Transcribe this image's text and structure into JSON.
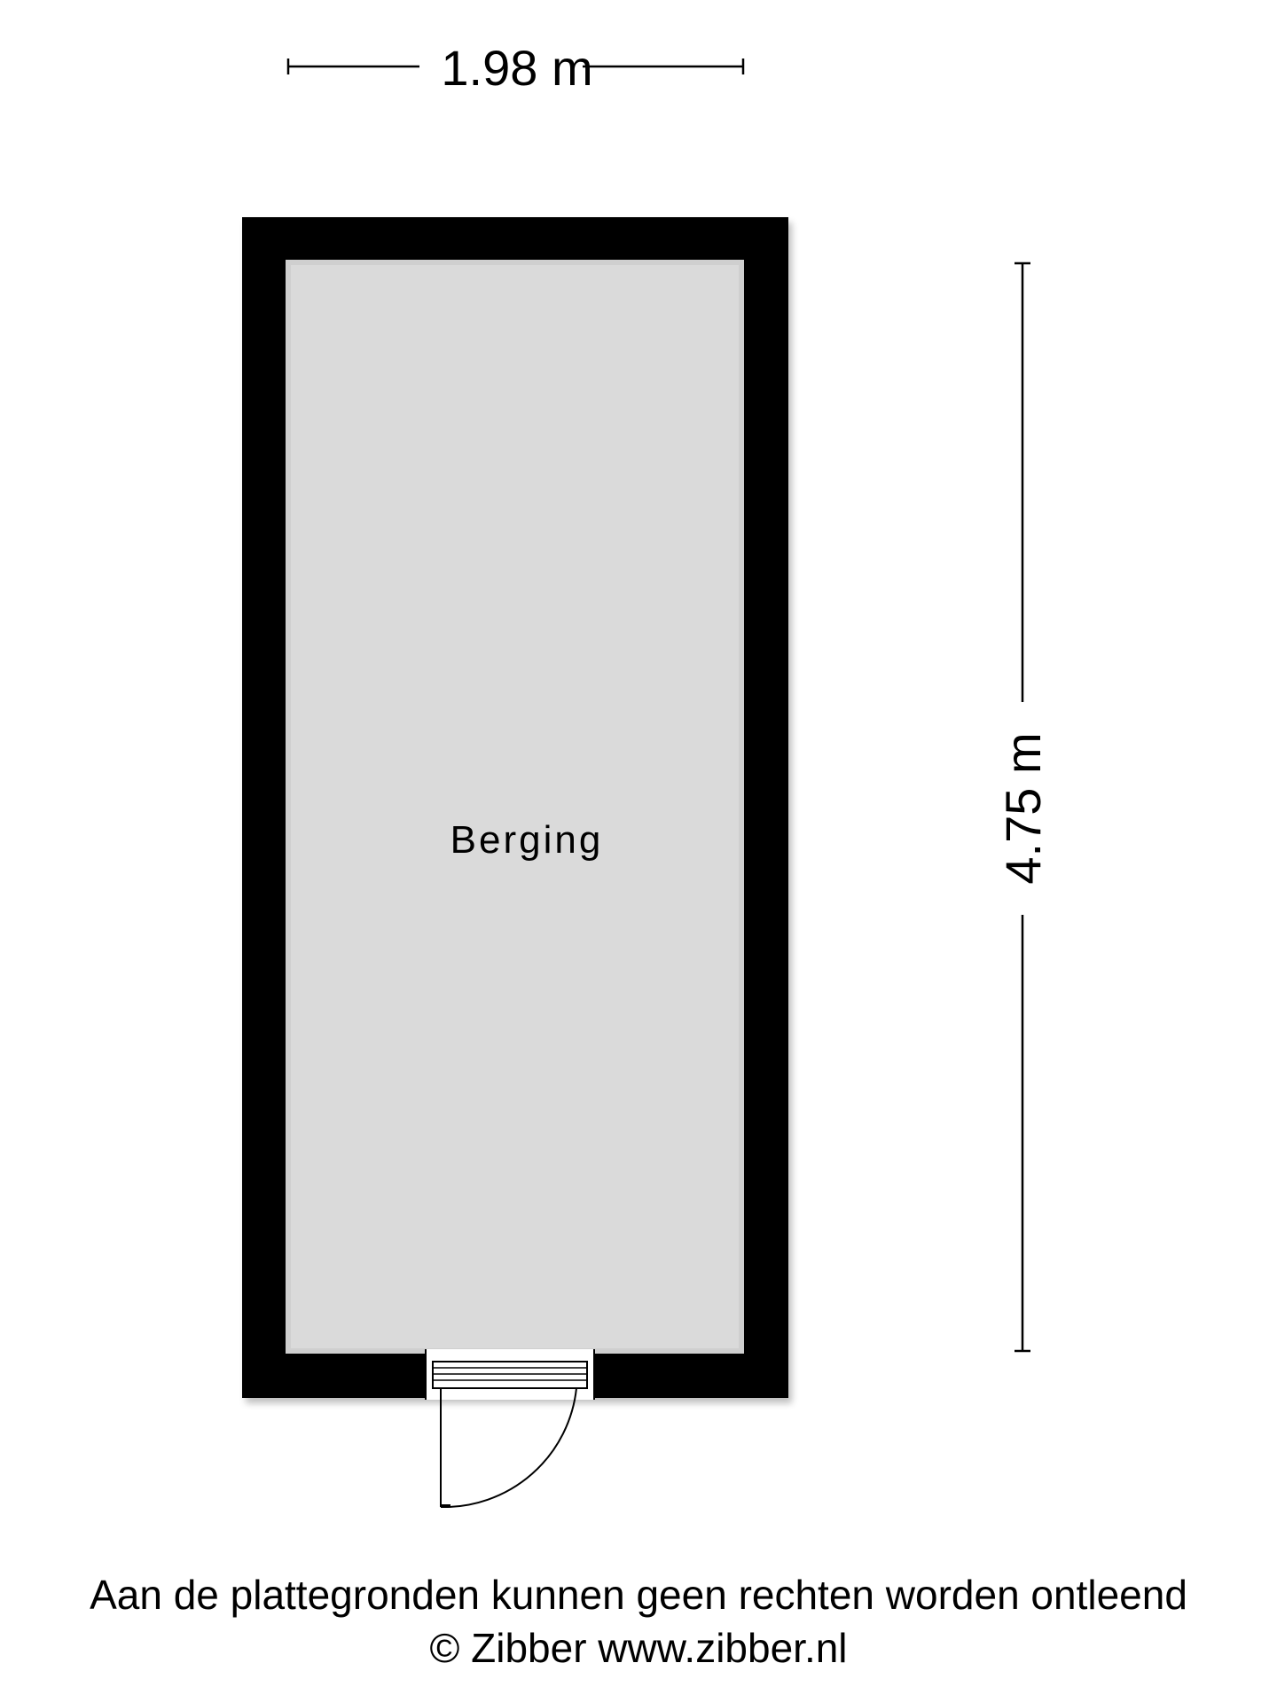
{
  "dimensions": {
    "width_label": "1.98 m",
    "height_label": "4.75 m"
  },
  "rooms": [
    {
      "label": "Berging"
    }
  ],
  "footer": {
    "disclaimer": "Aan de plattegronden kunnen geen rechten worden ontleend",
    "credit": "© Zibber www.zibber.nl"
  },
  "colors": {
    "wall": "#000000",
    "floor": "#dadada",
    "background": "#ffffff"
  }
}
